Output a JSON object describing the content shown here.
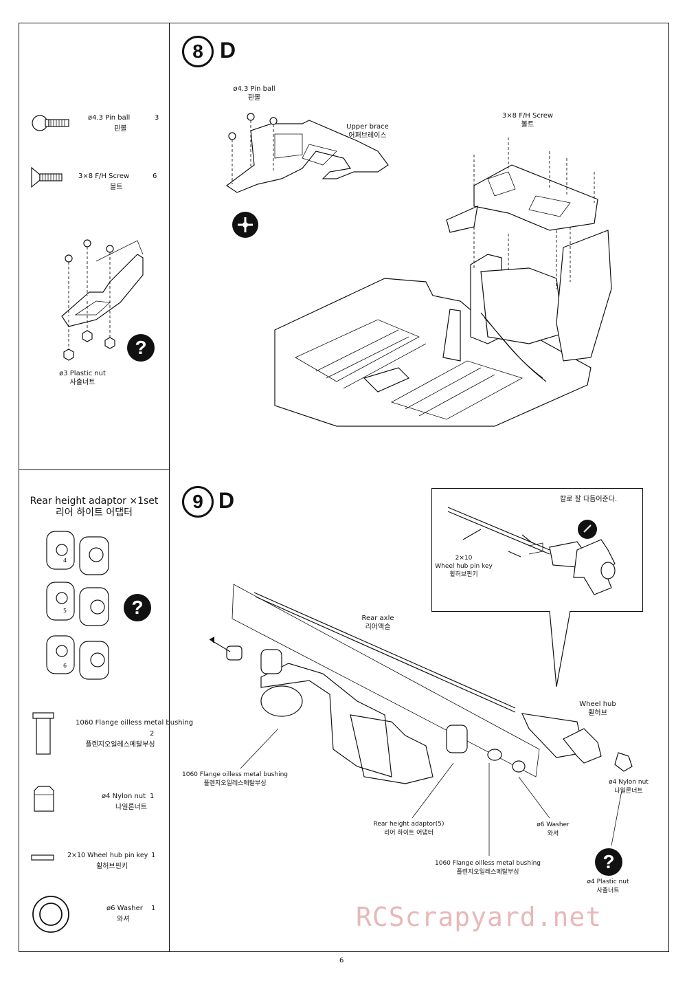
{
  "page_number": "6",
  "watermark": "RCScrapyard.net",
  "step8": {
    "number": "8",
    "letter": "D",
    "parts": [
      {
        "name": "ø4.3 Pin ball",
        "qty": "3",
        "korean": "핀볼",
        "icon": "pin-ball-icon"
      },
      {
        "name": "3×8 F/H Screw",
        "qty": "6",
        "korean": "볼트",
        "icon": "flat-head-screw-icon"
      }
    ],
    "labels": {
      "pin_ball": "ø4.3 Pin ball",
      "pin_ball_kr": "핀볼",
      "upper_brace": "Upper brace",
      "upper_brace_kr": "어퍼브레이스",
      "screw": "3×8 F/H Screw",
      "screw_kr": "볼트",
      "plastic_nut": "ø3 Plastic nut",
      "plastic_nut_kr": "사출너트"
    },
    "tool_icon": "cross-screwdriver-icon",
    "question_mark": "?"
  },
  "step9": {
    "number": "9",
    "letter": "D",
    "adaptor_title": "Rear height adaptor ×1set",
    "adaptor_title_kr": "리어 하이트 어댑터",
    "adaptor_numbers": [
      "4",
      "5",
      "6"
    ],
    "question_mark": "?",
    "parts": [
      {
        "name": "1060 Flange oilless metal bushing",
        "qty": "2",
        "korean": "플렌지오일레스메탈부싱",
        "icon": "flange-bushing-icon"
      },
      {
        "name": "ø4 Nylon nut",
        "qty": "1",
        "korean": "나일론너트",
        "icon": "nylon-nut-icon"
      },
      {
        "name": "2×10 Wheel hub pin key",
        "qty": "1",
        "korean": "휠허브핀키",
        "icon": "pin-key-icon"
      },
      {
        "name": "ø6 Washer",
        "qty": "1",
        "korean": "와셔",
        "icon": "washer-icon"
      }
    ],
    "labels": {
      "inset_note_kr": "칼로 잘 다듬어준다.",
      "pin_key": "2×10",
      "pin_key2": "Wheel hub pin key",
      "pin_key_kr": "휠허브핀키",
      "rear_axle": "Rear axle",
      "rear_axle_kr": "리어액슬",
      "wheel_hub": "Wheel hub",
      "wheel_hub_kr": "휠허브",
      "bushing_left": "1060 Flange oilless metal bushing",
      "bushing_left_kr": "플렌지오일레스메탈부싱",
      "nylon_nut": "ø4 Nylon nut",
      "nylon_nut_kr": "나일론너트",
      "washer": "ø6 Washer",
      "washer_kr": "와셔",
      "adaptor5": "Rear height adaptor(5)",
      "adaptor5_kr": "리어 하이트 어댑터",
      "bushing_bottom": "1060 Flange oilless metal bushing",
      "bushing_bottom_kr": "플렌지오일레스메탈부싱",
      "plastic_nut": "ø4 Plastic nut",
      "plastic_nut_kr": "사출너트"
    }
  }
}
